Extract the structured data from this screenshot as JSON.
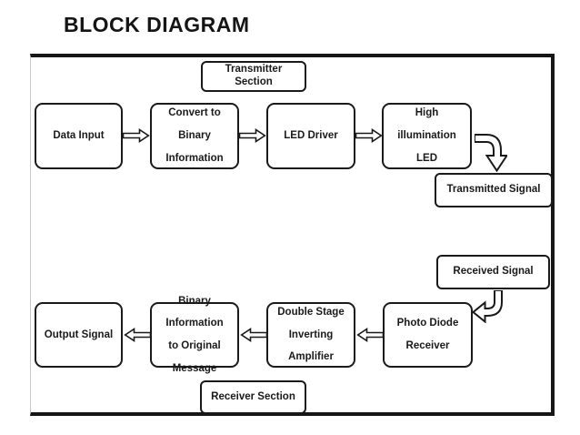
{
  "title": "BLOCK DIAGRAM",
  "colors": {
    "ink": "#1a1a1a",
    "background": "#ffffff"
  },
  "sections": {
    "transmitter": "Transmitter Section",
    "receiver": "Receiver Section"
  },
  "nodes": {
    "data_input": {
      "line1": "Data Input"
    },
    "convert_to_binary": {
      "line1": "Convert to",
      "line2": "Binary Information"
    },
    "led_driver": {
      "line1": "LED Driver"
    },
    "high_illumination_led": {
      "line1": "High illumination",
      "line2": "LED"
    },
    "transmitted_signal": {
      "line1": "Transmitted Signal"
    },
    "received_signal": {
      "line1": "Received Signal"
    },
    "photo_diode_receiver": {
      "line1": "Photo Diode",
      "line2": "Receiver"
    },
    "double_stage_amplifier": {
      "line1": "Double Stage",
      "line2": "Inverting Amplifier"
    },
    "binary_to_original": {
      "line1": "Binary Information",
      "line2": "to Original Message"
    },
    "output_signal": {
      "line1": "Output Signal"
    }
  },
  "flow": {
    "transmitter_chain": [
      "Data Input",
      "Convert to Binary Information",
      "LED Driver",
      "High illumination LED",
      "Transmitted Signal"
    ],
    "receiver_chain": [
      "Received Signal",
      "Photo Diode Receiver",
      "Double Stage Inverting Amplifier",
      "Binary Information to Original Message",
      "Output Signal"
    ]
  }
}
